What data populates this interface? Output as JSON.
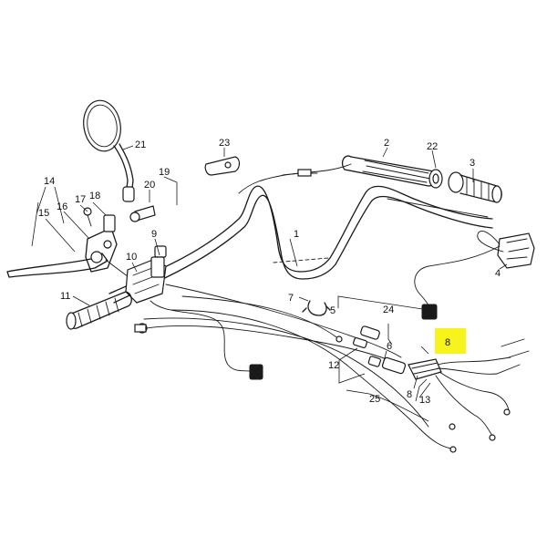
{
  "diagram": {
    "callouts": [
      {
        "id": "c1",
        "text": "1"
      },
      {
        "id": "c2",
        "text": "2"
      },
      {
        "id": "c3",
        "text": "3"
      },
      {
        "id": "c4",
        "text": "4"
      },
      {
        "id": "c5",
        "text": "5"
      },
      {
        "id": "c6",
        "text": "6"
      },
      {
        "id": "c7",
        "text": "7"
      },
      {
        "id": "c8a",
        "text": "8"
      },
      {
        "id": "c8b",
        "text": "8"
      },
      {
        "id": "c9",
        "text": "9"
      },
      {
        "id": "c10",
        "text": "10"
      },
      {
        "id": "c11",
        "text": "11"
      },
      {
        "id": "c12",
        "text": "12"
      },
      {
        "id": "c13",
        "text": "13"
      },
      {
        "id": "c14",
        "text": "14"
      },
      {
        "id": "c15",
        "text": "15"
      },
      {
        "id": "c16",
        "text": "16"
      },
      {
        "id": "c17",
        "text": "17"
      },
      {
        "id": "c18",
        "text": "18"
      },
      {
        "id": "c19",
        "text": "19"
      },
      {
        "id": "c20",
        "text": "20"
      },
      {
        "id": "c21",
        "text": "21"
      },
      {
        "id": "c22",
        "text": "22"
      },
      {
        "id": "c23",
        "text": "23"
      },
      {
        "id": "c24",
        "text": "24"
      },
      {
        "id": "c25",
        "text": "25"
      }
    ],
    "highlighted_callout": "c8a",
    "highlight_color": "#f7f31c"
  }
}
